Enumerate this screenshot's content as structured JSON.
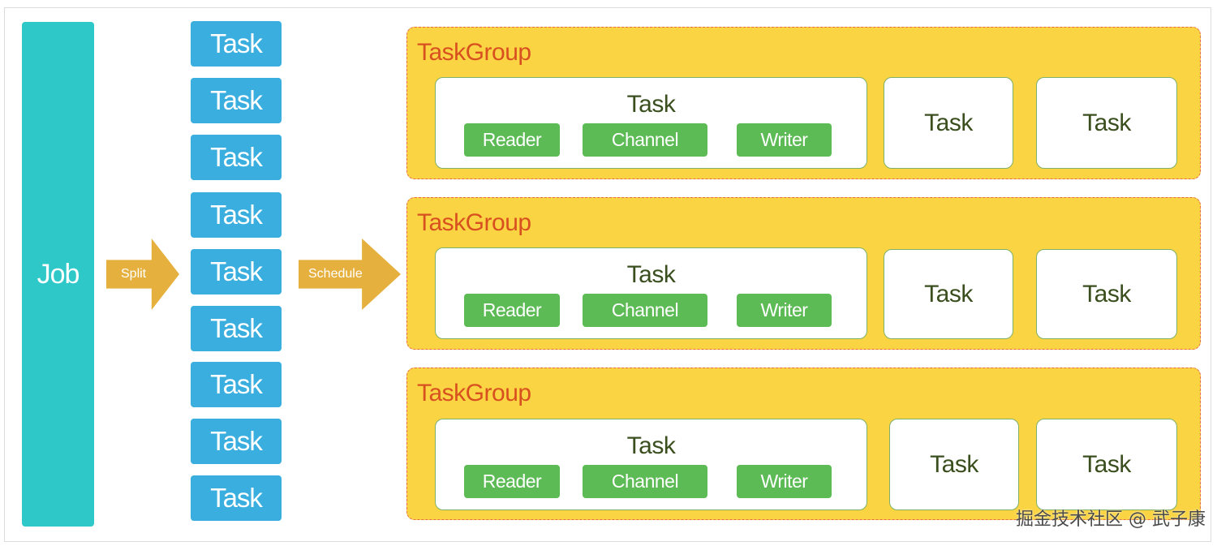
{
  "job": {
    "label": "Job"
  },
  "arrows": {
    "split": "Split",
    "schedule": "Schedule"
  },
  "tasks": [
    "Task",
    "Task",
    "Task",
    "Task",
    "Task",
    "Task",
    "Task",
    "Task",
    "Task"
  ],
  "taskgroups": [
    {
      "title": "TaskGroup",
      "main_task": {
        "label": "Task",
        "reader": "Reader",
        "channel": "Channel",
        "writer": "Writer"
      },
      "extra_tasks": [
        "Task",
        "Task"
      ]
    },
    {
      "title": "TaskGroup",
      "main_task": {
        "label": "Task",
        "reader": "Reader",
        "channel": "Channel",
        "writer": "Writer"
      },
      "extra_tasks": [
        "Task",
        "Task"
      ]
    },
    {
      "title": "TaskGroup",
      "main_task": {
        "label": "Task",
        "reader": "Reader",
        "channel": "Channel",
        "writer": "Writer"
      },
      "extra_tasks": [
        "Task",
        "Task"
      ]
    }
  ],
  "watermark": "掘金技术社区 @ 武子康",
  "colors": {
    "job": "#2ec8c8",
    "task_blue": "#3aaedf",
    "arrow": "#e5b03d",
    "taskgroup_fill": "#fad443",
    "taskgroup_border": "#e76a4a",
    "taskgroup_title": "#d8501f",
    "pill": "#5cbb55"
  }
}
